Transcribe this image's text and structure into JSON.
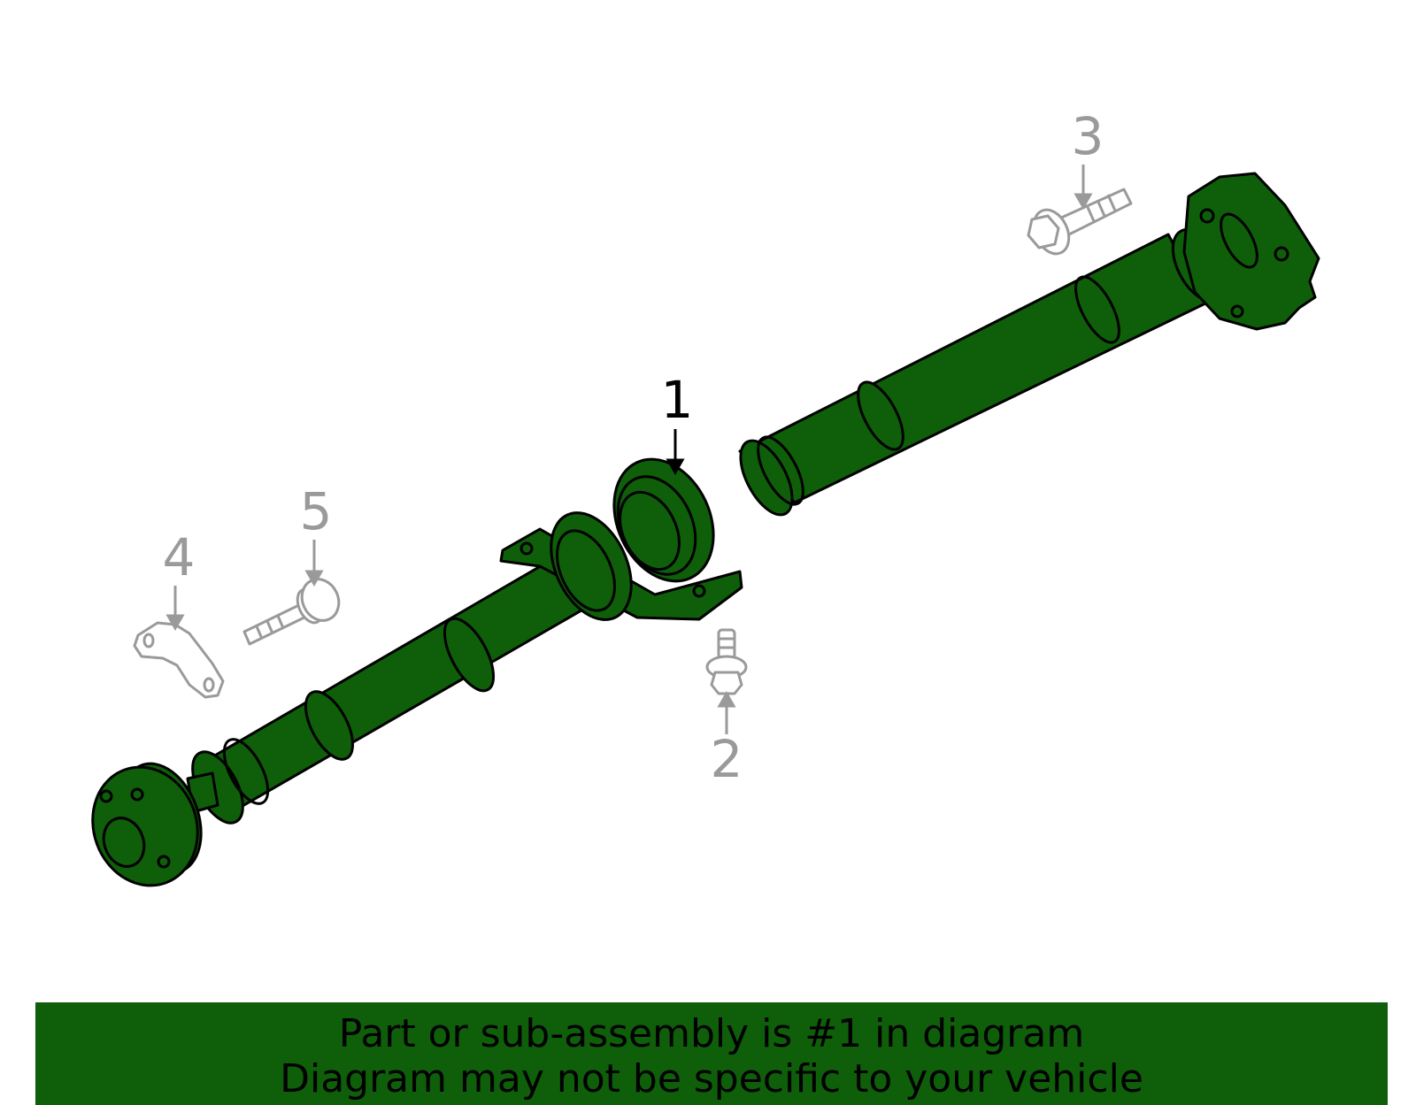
{
  "diagram": {
    "callouts": [
      {
        "number": "1",
        "part": "propeller-shaft",
        "highlighted": true
      },
      {
        "number": "2",
        "part": "bracket-bolt",
        "highlighted": false
      },
      {
        "number": "3",
        "part": "flange-bolt",
        "highlighted": false
      },
      {
        "number": "4",
        "part": "bracket",
        "highlighted": false
      },
      {
        "number": "5",
        "part": "bolt",
        "highlighted": false
      }
    ],
    "colors": {
      "highlight_fill": "#0f5e0a",
      "outline": "#000000",
      "muted": "#9a9a9a",
      "background": "#ffffff"
    }
  },
  "banner": {
    "line1": "Part or sub-assembly is #1 in diagram",
    "line2": "Diagram may not be specific to your vehicle"
  }
}
